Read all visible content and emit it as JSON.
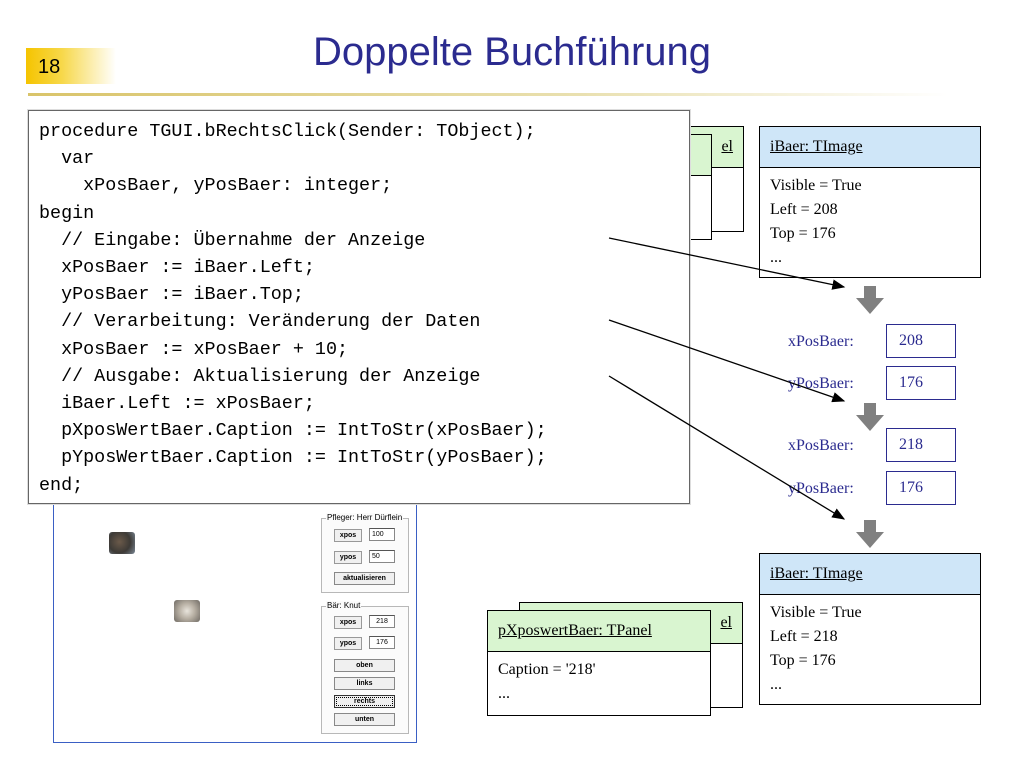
{
  "slide": {
    "number": "18",
    "title": "Doppelte Buchführung"
  },
  "code": {
    "lines": [
      "procedure TGUI.bRechtsClick(Sender: TObject);",
      "  var",
      "    xPosBaer, yPosBaer: integer;",
      "begin",
      "  // Eingabe: Übernahme der Anzeige",
      "  xPosBaer := iBaer.Left;",
      "  yPosBaer := iBaer.Top;",
      "  // Verarbeitung: Veränderung der Daten",
      "  xPosBaer := xPosBaer + 10;",
      "  // Ausgabe: Aktualisierung der Anzeige",
      "  iBaer.Left := xPosBaer;",
      "  pXposWertBaer.Caption := IntToStr(xPosBaer);",
      "  pYposWertBaer.Caption := IntToStr(yPosBaer);",
      "end;"
    ]
  },
  "image_before": {
    "header": "iBaer: TImage",
    "props": [
      "Visible = True",
      "Left = 208",
      "Top = 176",
      "..."
    ]
  },
  "image_after": {
    "header": "iBaer: TImage",
    "props": [
      "Visible = True",
      "Left = 218",
      "Top = 176",
      "..."
    ]
  },
  "panel_top_back": {
    "header_fragment": "el"
  },
  "panel_bottom_back": {
    "header_fragment": "el"
  },
  "panel_after": {
    "header": "pXposwertBaer: TPanel",
    "props": [
      "Caption = '218'",
      "..."
    ]
  },
  "variables": {
    "step1": {
      "x_label": "xPosBaer:",
      "x_value": "208",
      "y_label": "yPosBaer:",
      "y_value": "176"
    },
    "step2": {
      "x_label": "xPosBaer:",
      "x_value": "218",
      "y_label": "yPosBaer:",
      "y_value": "176"
    }
  },
  "gui": {
    "group_pfleger": {
      "title": "Pfleger: Herr Dürflein",
      "xpos_label": "xpos",
      "xpos_value": "100",
      "ypos_label": "ypos",
      "ypos_value": "50",
      "update_button": "aktualisieren"
    },
    "group_baer": {
      "title": "Bär: Knut",
      "xpos_label": "xpos",
      "xpos_value": "218",
      "ypos_label": "ypos",
      "ypos_value": "176",
      "buttons": [
        "oben",
        "links",
        "rechts",
        "unten"
      ]
    }
  },
  "colors": {
    "title": "#2b2b8f",
    "accent_yellow": "#f5c400",
    "image_header": "#cfe6f8",
    "panel_header": "#d9f5d0"
  }
}
